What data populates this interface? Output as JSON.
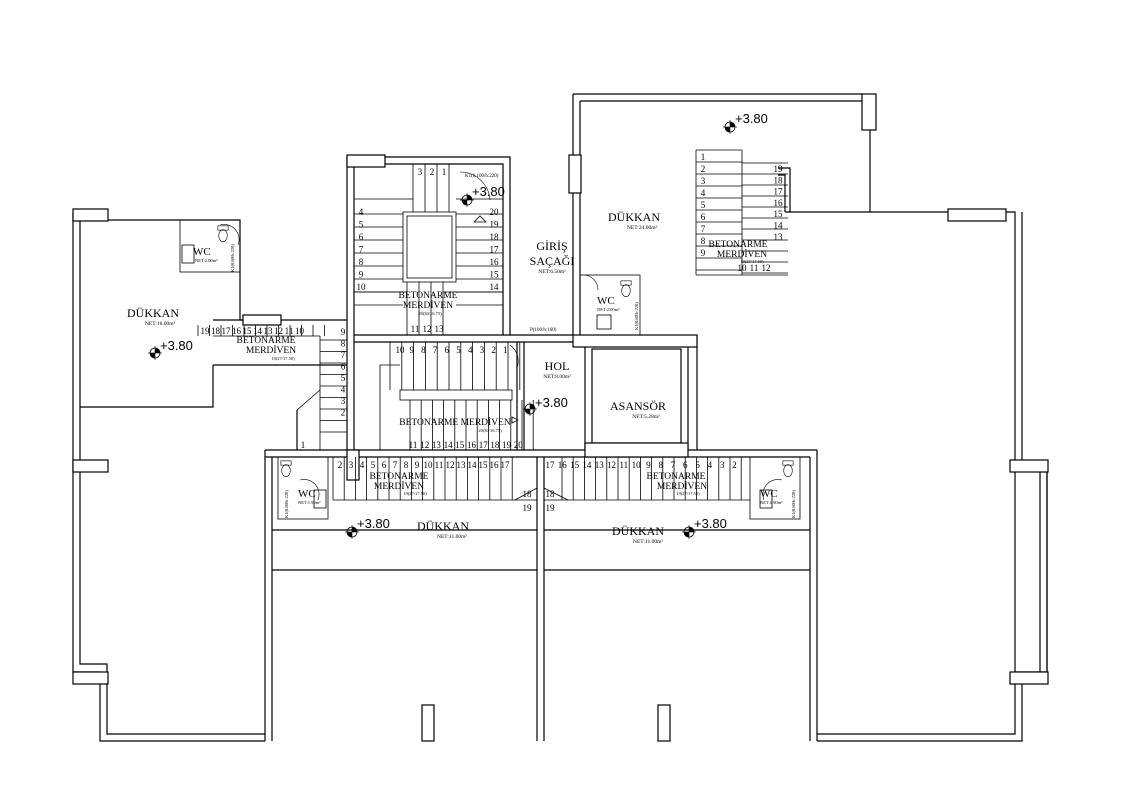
{
  "rooms": {
    "dukkan_left": {
      "name": "DÜKKAN",
      "area": "NET:16.00m²",
      "level": "+3.80"
    },
    "dukkan_top_right": {
      "name": "DÜKKAN",
      "area": "NET:24.00m²",
      "level": "+3.80"
    },
    "dukkan_bottom_left": {
      "name": "DÜKKAN",
      "area": "NET:11.00m²",
      "level": "+3.80"
    },
    "dukkan_bottom_right": {
      "name": "DÜKKAN",
      "area": "NET:11.00m²",
      "level": "+3.80"
    },
    "giris": {
      "name_line1": "GİRİŞ",
      "name_line2": "SAÇAĞI",
      "area": "NET:6.50m²"
    },
    "hol": {
      "name": "HOL",
      "area": "NET:8.00m²",
      "level": "+3.80"
    },
    "asansor": {
      "name": "ASANSÖR",
      "area": "NET:5.28m²"
    },
    "stair_main_level": "+3.80"
  },
  "wcs": {
    "left": {
      "name": "WC",
      "area": "NET:2.00m²",
      "door": "K1(0.80/h:220)"
    },
    "center": {
      "name": "WC",
      "area": "NET:2.00m²",
      "door": "K1(0.80/h:220)"
    },
    "bottom_left": {
      "name": "WC",
      "area": "NET:1.90m²",
      "door": "K1(0.80/h:220)"
    },
    "bottom_right": {
      "name": "WC",
      "area": "NET:1.90m²",
      "door": "K1(0.80/h:220)"
    }
  },
  "door_labels": {
    "main_stair_door": "K1(0.100/h:220)",
    "entry_door": "P(100/h:160)"
  },
  "stairs": {
    "label_line1": "BETONARME",
    "label_line2": "MERDİVEN",
    "label_single": "BETONARME MERDİVEN",
    "spec_main": "20(30/16.75)",
    "spec_small": "19(27/17.50)",
    "spec_lower": "20(30/16.75)"
  },
  "step_numbers": {
    "main_top": [
      "3",
      "2",
      "1"
    ],
    "main_left": [
      "4",
      "5",
      "6",
      "7",
      "8",
      "9",
      "10"
    ],
    "main_right": [
      "20",
      "19",
      "18",
      "17",
      "16",
      "15",
      "14"
    ],
    "main_bottom": [
      "11",
      "12",
      "13"
    ],
    "lower_top": [
      "10",
      "9",
      "8",
      "7",
      "6",
      "5",
      "4",
      "3",
      "2",
      "1"
    ],
    "lower_bottom": [
      "11",
      "12",
      "13",
      "14",
      "15",
      "16",
      "17",
      "18",
      "19",
      "20"
    ],
    "left_stair_top": [
      "19",
      "18",
      "17",
      "16",
      "15",
      "14",
      "13",
      "12",
      "11",
      "10"
    ],
    "left_stair_side": [
      "9",
      "8",
      "7",
      "6",
      "5",
      "4",
      "3",
      "2",
      "1"
    ],
    "bl_stair_top": [
      "2",
      "3",
      "4",
      "5",
      "6",
      "7",
      "8",
      "9",
      "10",
      "11",
      "12",
      "13",
      "14",
      "15",
      "16",
      "17"
    ],
    "bl_stair_side": [
      "18",
      "19"
    ],
    "br_stair_top": [
      "17",
      "16",
      "15",
      "14",
      "13",
      "12",
      "11",
      "10",
      "9",
      "8",
      "7",
      "6",
      "5",
      "4",
      "3",
      "2"
    ],
    "br_stair_side": [
      "18",
      "19"
    ],
    "tr_stair_left": [
      "1",
      "2",
      "3",
      "4",
      "5",
      "6",
      "7",
      "8",
      "9"
    ],
    "tr_stair_right": [
      "19",
      "18",
      "17",
      "16",
      "15",
      "14",
      "13",
      "12",
      "11",
      "10"
    ]
  }
}
